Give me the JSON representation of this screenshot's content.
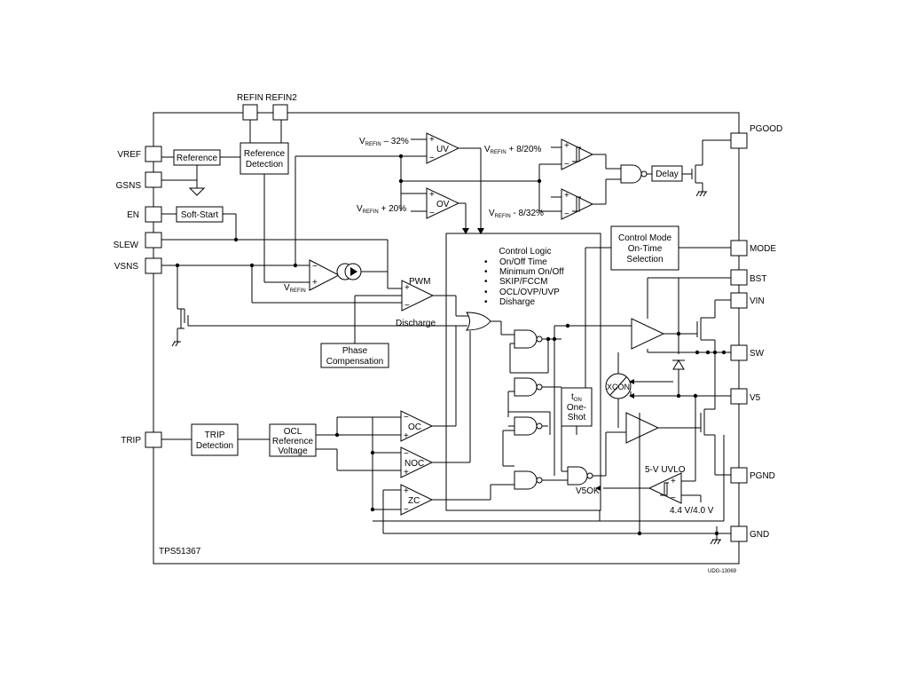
{
  "chip": {
    "part_number": "TPS51367",
    "figure_id": "UDG-13069"
  },
  "pins": {
    "refin": "REFIN",
    "refin2": "REFIN2",
    "vref": "VREF",
    "gsns": "GSNS",
    "en": "EN",
    "slew": "SLEW",
    "vsns": "VSNS",
    "trip": "TRIP",
    "pgood": "PGOOD",
    "mode": "MODE",
    "bst": "BST",
    "vin": "VIN",
    "sw": "SW",
    "v5": "V5",
    "pgnd": "PGND",
    "gnd": "GND"
  },
  "blocks": {
    "reference": "Reference",
    "ref_detection_1": "Reference",
    "ref_detection_2": "Detection",
    "soft_start": "Soft-Start",
    "delay": "Delay",
    "control_mode_1": "Control Mode",
    "control_mode_2": "On-Time",
    "control_mode_3": "Selection",
    "phase_comp_1": "Phase",
    "phase_comp_2": "Compensation",
    "trip_detection_1": "TRIP",
    "trip_detection_2": "Detection",
    "ocl_ref_1": "OCL",
    "ocl_ref_2": "Reference",
    "ocl_ref_3": "Voltage",
    "one_shot_ton": "t",
    "one_shot_ton_sub": "ON",
    "one_shot_1": "One-",
    "one_shot_2": "Shot",
    "xcon": "XCON"
  },
  "control_logic": {
    "title": "Control Logic",
    "items": [
      "On/Off Time",
      "Minimum On/Off",
      "SKIP/FCCM",
      "OCL/OVP/UVP",
      "Disharge"
    ]
  },
  "comparators": {
    "uv": "UV",
    "ov": "OV",
    "pwm": "PWM",
    "oc": "OC",
    "noc": "NOC",
    "zc": "ZC",
    "uvlo": "5-V UVLO"
  },
  "signals": {
    "v": "V",
    "refin_sub": "REFIN",
    "uv_thr": " – 32%",
    "ov_thr": " + 20%",
    "pg_hi_thr": " + 8/20%",
    "pg_lo_thr": " - 8/32%",
    "discharge": "Discharge",
    "v5ok": "V5OK",
    "uvlo_thr": "4.4 V/4.0 V"
  },
  "symbols": {
    "plus": "+",
    "minus": "−",
    "bullet": "•"
  }
}
